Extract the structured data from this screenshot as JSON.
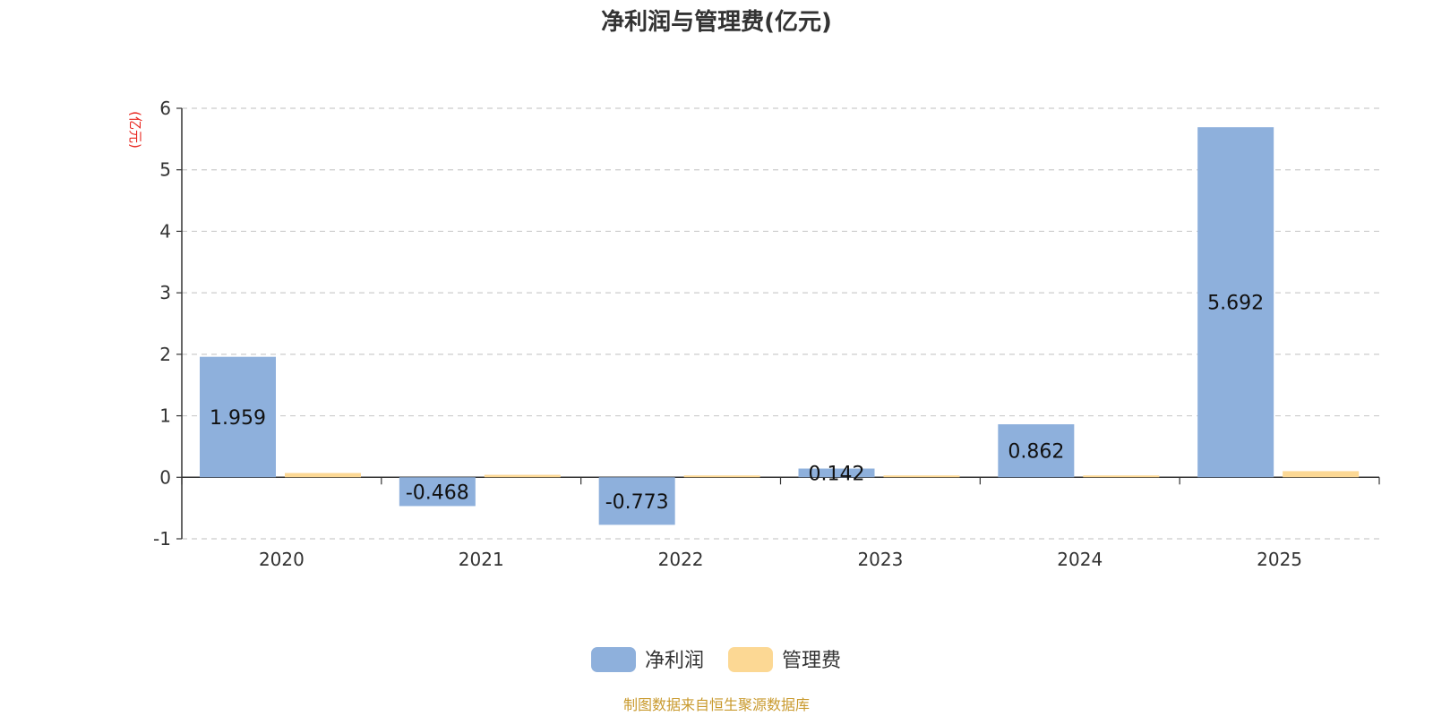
{
  "chart_data": {
    "type": "bar",
    "title": "净利润与管理费(亿元)",
    "ylabel": "(亿元)",
    "categories": [
      "2020",
      "2021",
      "2022",
      "2023",
      "2024",
      "2025"
    ],
    "ylim": [
      -1,
      6
    ],
    "yticks": [
      "6",
      "5",
      "4",
      "3",
      "2",
      "1",
      "0",
      "-1"
    ],
    "grid": true,
    "legend_position": "bottom",
    "series": [
      {
        "name": "净利润",
        "color": "#8eb0dc",
        "values": [
          1.959,
          -0.468,
          -0.773,
          0.142,
          0.862,
          5.692
        ],
        "labels": [
          "1.959",
          "-0.468",
          "-0.773",
          "0.142",
          "0.862",
          "5.692"
        ]
      },
      {
        "name": "管理费",
        "color": "#fcd894",
        "values": [
          0.07,
          0.04,
          0.03,
          0.03,
          0.03,
          0.1
        ]
      }
    ]
  },
  "footer": {
    "source": "制图数据来自恒生聚源数据库"
  }
}
